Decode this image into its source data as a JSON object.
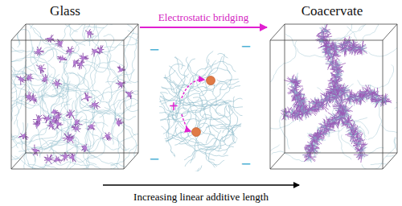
{
  "diagram": {
    "nodes": [
      {
        "text": [
          "Glass"
        ]
      },
      {
        "text": [
          "Coacervate"
        ]
      }
    ],
    "edges": [
      {
        "from": 0,
        "to": 1,
        "arrow": "to",
        "label": "Electrostatic bridging"
      }
    ],
    "labels": [
      "−",
      "−",
      "+",
      "−",
      "−",
      "Increasing linear additive length"
    ]
  }
}
